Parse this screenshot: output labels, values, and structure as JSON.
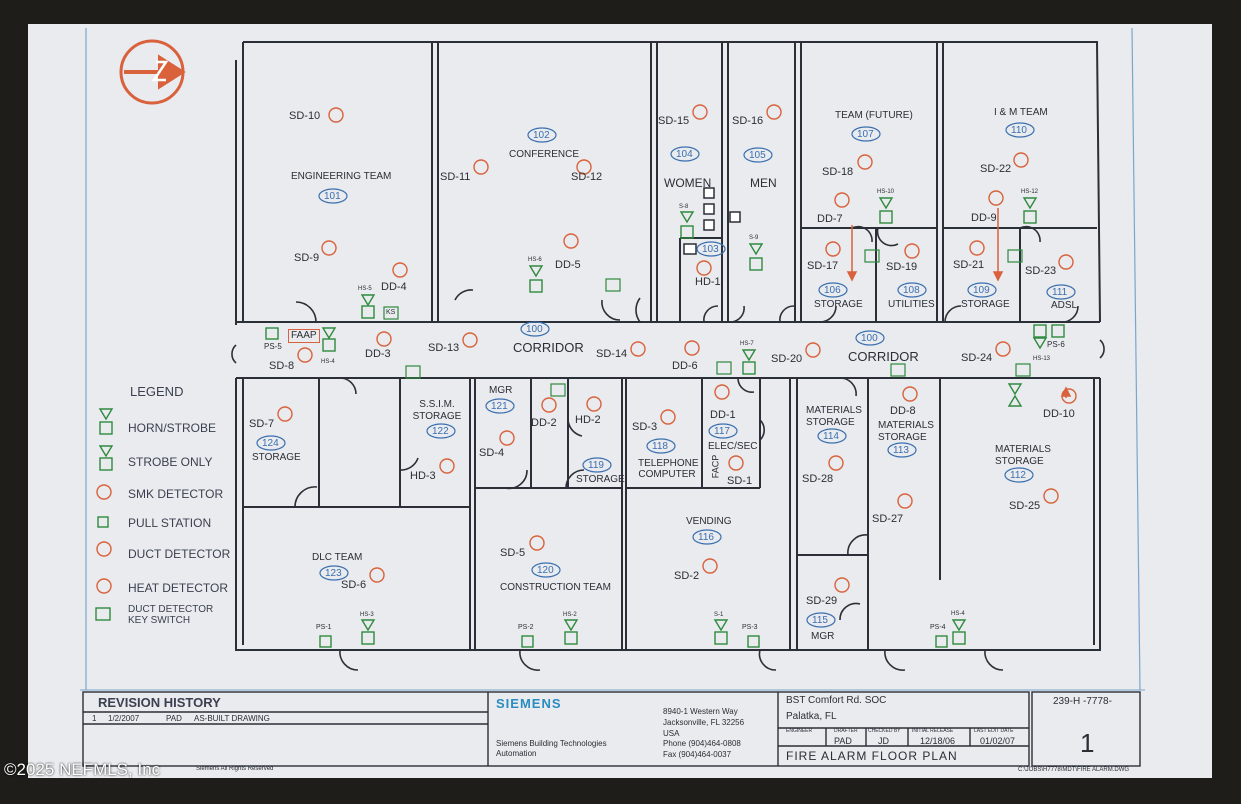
{
  "rooms": [
    {
      "name": "ENGINEERING TEAM",
      "num": "101"
    },
    {
      "name": "CONFERENCE",
      "num": "102"
    },
    {
      "name": "",
      "num": "103"
    },
    {
      "name": "WOMEN",
      "num": "104"
    },
    {
      "name": "MEN",
      "num": "105"
    },
    {
      "name": "STORAGE",
      "num": "106"
    },
    {
      "name": "TEAM (FUTURE)",
      "num": "107"
    },
    {
      "name": "UTILITIES",
      "num": "108"
    },
    {
      "name": "STORAGE",
      "num": "109"
    },
    {
      "name": "I & M TEAM",
      "num": "110"
    },
    {
      "name": "ADSL",
      "num": "111"
    },
    {
      "name": "MATERIALS STORAGE",
      "num": "112"
    },
    {
      "name": "MATERIALS STORAGE",
      "num": "113"
    },
    {
      "name": "MATERIALS STORAGE",
      "num": "114"
    },
    {
      "name": "MGR",
      "num": "115"
    },
    {
      "name": "VENDING",
      "num": "116"
    },
    {
      "name": "ELEC/SEC",
      "num": "117"
    },
    {
      "name": "TELEPHONE COMPUTER",
      "num": "118"
    },
    {
      "name": "STORAGE",
      "num": "119"
    },
    {
      "name": "CONSTRUCTION TEAM",
      "num": "120"
    },
    {
      "name": "MGR",
      "num": "121"
    },
    {
      "name": "S.S.I.M. STORAGE",
      "num": "122"
    },
    {
      "name": "DLC TEAM",
      "num": "123"
    },
    {
      "name": "STORAGE",
      "num": "124"
    },
    {
      "name": "CORRIDOR",
      "num": "100"
    },
    {
      "name": "CORRIDOR",
      "num": "100"
    }
  ],
  "devices": [
    "SD-10",
    "SD-9",
    "DD-4",
    "SD-11",
    "SD-12",
    "DD-5",
    "SD-15",
    "SD-16",
    "HD-1",
    "SD-18",
    "DD-7",
    "SD-17",
    "SD-19",
    "SD-22",
    "DD-9",
    "SD-21",
    "SD-23",
    "SD-13",
    "DD-3",
    "SD-8",
    "SD-14",
    "DD-6",
    "SD-20",
    "SD-24",
    "DD-10",
    "SD-7",
    "HD-3",
    "SD-4",
    "DD-2",
    "HD-2",
    "SD-3",
    "DD-1",
    "SD-1",
    "DD-8",
    "SD-28",
    "SD-27",
    "SD-25",
    "SD-5",
    "SD-6",
    "SD-2",
    "SD-29"
  ],
  "misc": {
    "faap": "FAAP",
    "facp": "FACP"
  },
  "tags": [
    "HS-5",
    "HS-4",
    "PS-5",
    "HS-6",
    "S-8",
    "S-9",
    "HS-10",
    "HS-12",
    "HS-7",
    "HS-13",
    "PS-6",
    "PS-1",
    "HS-3",
    "PS-2",
    "HS-2",
    "S-1",
    "PS-3",
    "PS-4",
    "HS-4",
    "KS"
  ],
  "legend": {
    "title": "LEGEND",
    "items": [
      {
        "label": "HORN/STROBE",
        "icon": "horn-strobe-icon"
      },
      {
        "label": "STROBE ONLY",
        "icon": "strobe-icon"
      },
      {
        "label": "SMK DETECTOR",
        "icon": "smoke-detector-icon"
      },
      {
        "label": "PULL STATION",
        "icon": "pull-station-icon"
      },
      {
        "label": "DUCT DETECTOR",
        "icon": "duct-detector-icon"
      },
      {
        "label": "HEAT DETECTOR",
        "icon": "heat-detector-icon"
      },
      {
        "label": "DUCT DETECTOR KEY SWITCH",
        "icon": "key-switch-icon"
      }
    ]
  },
  "title_block": {
    "revision_title": "REVISION HISTORY",
    "rev_no": "1",
    "rev_date": "1/2/2007",
    "rev_by": "PAD",
    "rev_desc": "AS-BUILT DRAWING",
    "company": "SIEMENS",
    "company_line1": "Siemens Building Technologies",
    "company_line2": "Automation",
    "address1": "8940-1 Western Way",
    "address2": "Jacksonville, FL  32256",
    "address3": "USA",
    "phone": "Phone (904)464-0808",
    "fax": "Fax (904)464-0037",
    "project": "BST Comfort Rd. SOC",
    "city": "Palatka, FL",
    "h_engineer": "ENGINEER",
    "h_drafter": "DRAFTER",
    "h_checked": "CHECKED BY",
    "h_initial": "INITIAL RELEASE",
    "h_lastedit": "LAST EDIT DATE",
    "drafter": "PAD",
    "checked": "JD",
    "initial": "12/18/06",
    "lastedit": "01/02/07",
    "drawing_title": "FIRE ALARM FLOOR PLAN",
    "job_no": "239-H  -7778-",
    "sheet": "1",
    "file_path": "C:\\JOBS\\H7778\\MDT\\FIRE ALARM.DWG",
    "copyright_small": "Siemens  All Rights Reserved"
  },
  "watermark": "©2025 NEFMLS, Inc",
  "colors": {
    "wall": "#2b2f37",
    "detector": "#d9623c",
    "device": "#2f8a3e",
    "tag": "#3a6fb0",
    "paper": "#e9ebee"
  }
}
